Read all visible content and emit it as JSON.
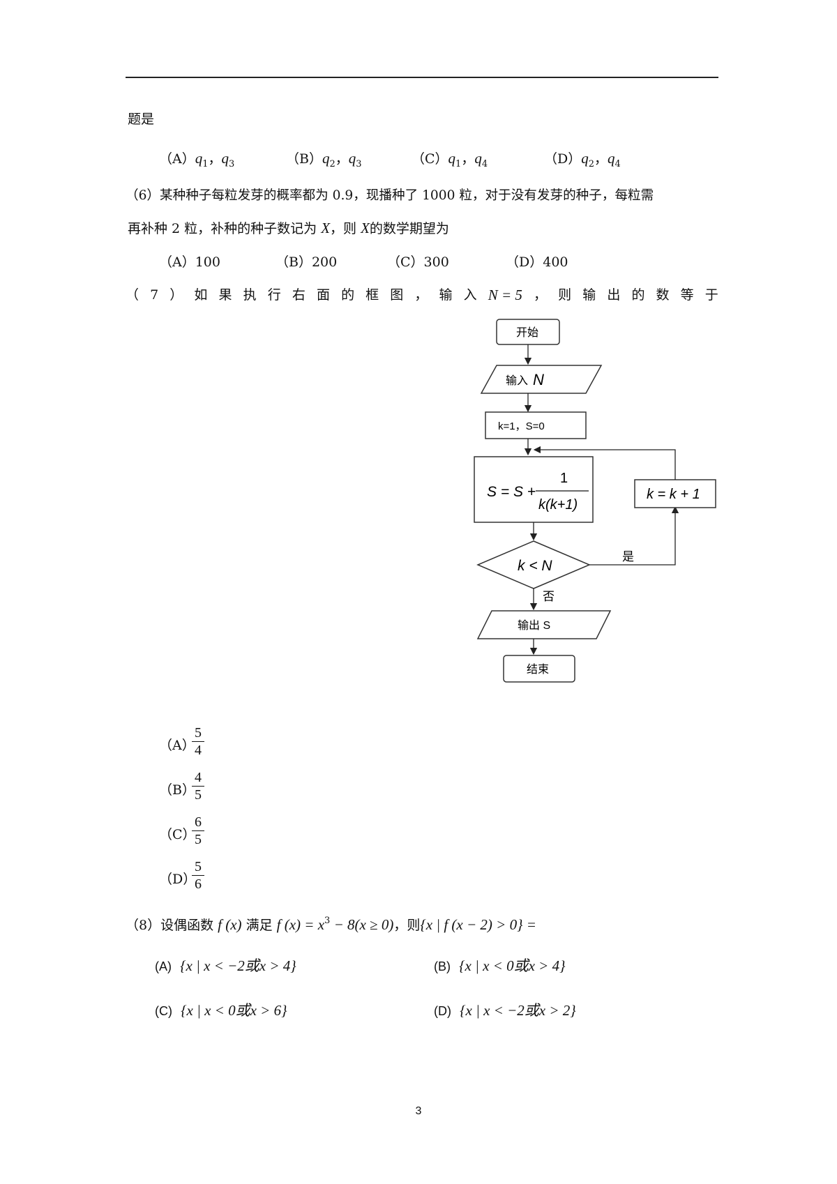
{
  "q5": {
    "tail": "题是",
    "options": [
      {
        "label": "（A）",
        "a": "q",
        "as": "1",
        "b": "q",
        "bs": "3"
      },
      {
        "label": "（B）",
        "a": "q",
        "as": "2",
        "b": "q",
        "bs": "3"
      },
      {
        "label": "（C）",
        "a": "q",
        "as": "1",
        "b": "q",
        "bs": "4"
      },
      {
        "label": "（D）",
        "a": "q",
        "as": "2",
        "b": "q",
        "bs": "4"
      }
    ],
    "comma": "，"
  },
  "q6": {
    "line1": "（6）某种种子每粒发芽的概率都为 0.9，现播种了 1000 粒，对于没有发芽的种子，每粒需",
    "line2_a": "再补种 2 粒，补种的种子数记为 ",
    "var": "X",
    "line2_b": "，则 ",
    "line2_c": "的数学期望为",
    "options": [
      "（A）100",
      "（B）200",
      "（C）300",
      "（D）400"
    ]
  },
  "q7": {
    "chars": [
      "（",
      "7",
      "）",
      "如",
      "果",
      "执",
      "行",
      "右",
      "面",
      "的",
      "框",
      "图",
      "，",
      "输",
      "入"
    ],
    "cond": "N = 5",
    "chars2": [
      "，",
      "则",
      "输",
      "出",
      "的",
      "数",
      "等",
      "于"
    ],
    "flowchart": {
      "start": "开始",
      "input_label": "输入",
      "input_var": "N",
      "init": "k=1，S=0",
      "update_lhs": "S = S +",
      "update_num": "1",
      "update_den": "k(k+1)",
      "increment": "k = k + 1",
      "decision": "k < N",
      "yes": "是",
      "no": "否",
      "output": "输出 S",
      "end": "结束"
    },
    "options": [
      {
        "label": "（A）",
        "num": "5",
        "den": "4"
      },
      {
        "label": "（B）",
        "num": "4",
        "den": "5"
      },
      {
        "label": "（C）",
        "num": "6",
        "den": "5"
      },
      {
        "label": "（D）",
        "num": "5",
        "den": "6"
      }
    ]
  },
  "q8": {
    "prefix": "（8）设偶函数 ",
    "fx": "f (x)",
    "mid": " 满足 ",
    "def_a": "f (x) = x",
    "def_exp": "3",
    "def_b": " − 8(x ≥ 0)",
    "mid2": "，则",
    "set": "{x | f (x − 2) > 0} =",
    "options": [
      {
        "label": "(A)",
        "text": "{x | x < −2或x > 4}"
      },
      {
        "label": "(B)",
        "text": "{x | x < 0或x > 4}"
      },
      {
        "label": "(C)",
        "text": "{x | x < 0或x > 6}"
      },
      {
        "label": "(D)",
        "text": "{x | x < −2或x > 2}"
      }
    ]
  },
  "page_number": "3"
}
